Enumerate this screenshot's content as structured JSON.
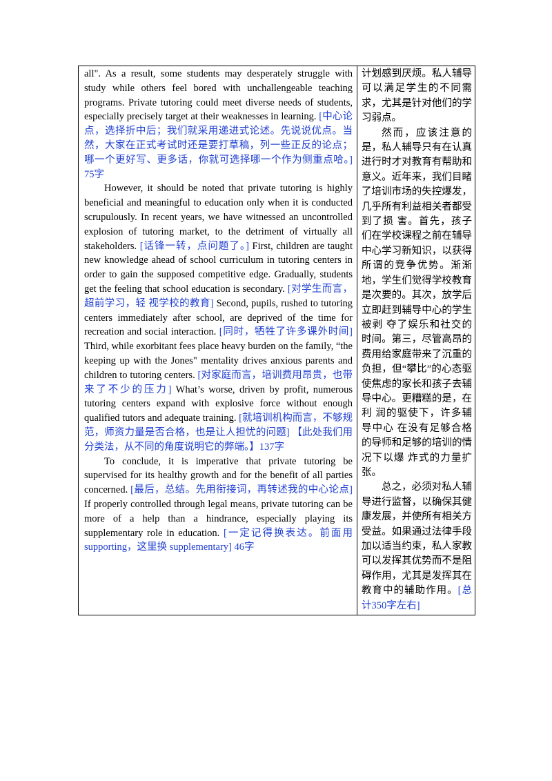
{
  "left": {
    "paragraphs": [
      {
        "text": "all\". As a result, some students may desperately struggle with study while others feel bored with unchallengeable teaching programs. Private tutoring could meet diverse needs of students, especially precisely target at their weaknesses in learning. ",
        "note": "[中心论点，选择折中后；我们就采用递进式论述。先说说优点。当然，大家在正式考试时还是要打草稿，列一些正反的论点；哪一个更好写、更多话，你就可选择哪一个作为侧重点哈。] 75字"
      },
      {
        "segments": [
          {
            "t": "However, it should be noted that private tutoring is highly beneficial and meaningful to education only when it is conducted scrupulously. In recent years, we have witnessed an uncontrolled explosion of tutoring market, to the detriment of virtually all stakeholders. ",
            "n": false
          },
          {
            "t": "[话锋一转，点问题了。]",
            "n": true
          },
          {
            "t": " First, children are taught new knowledge ahead of school curriculum in tutoring centers in order to gain the supposed competitive edge. Gradually, students get the feeling that school education is secondary. ",
            "n": false
          },
          {
            "t": "[对学生而言，超前学习，轻 视学校的教育]",
            "n": true
          },
          {
            "t": " Second, pupils, rushed to tutoring centers immediately after school, are deprived of the time for recreation and social interaction. ",
            "n": false
          },
          {
            "t": "[同时，牺牲了许多课外时间]",
            "n": true
          },
          {
            "t": " Third, while exorbitant fees place heavy burden on the family, “the keeping up with the Jones\" mentality drives anxious parents and children to tutoring centers. ",
            "n": false
          },
          {
            "t": "[对家庭而言，培训费用昂贵，也带来了不少的压力]",
            "n": true
          },
          {
            "t": " What’s worse, driven by profit, numerous tutoring centers expand with explosive force without enough qualified tutors and adequate training. ",
            "n": false
          },
          {
            "t": "[就培训机构而言，不够规范，师资力量是否合格，也是让人担忧的问题] 【此处我们用分类法，从不同的角度说明它的弊端。】137字",
            "n": true
          }
        ]
      },
      {
        "segments": [
          {
            "t": "To conclude, it is imperative that private tutoring be supervised for its healthy growth and for the benefit of all parties concerned. ",
            "n": false
          },
          {
            "t": "[最后，总结。先用衔接词，再转述我的中心论点]",
            "n": true
          },
          {
            "t": " If properly controlled through legal means, private tutoring can be more of a help than a hindrance, especially playing its supplementary role in education. ",
            "n": false
          },
          {
            "t": "[一定记得换表达。前面用 supporting，这里换 supplementary] 46字",
            "n": true
          }
        ]
      }
    ]
  },
  "right": {
    "paragraphs": [
      {
        "text": "计划感到厌烦。私人辅导可以满足学生的不同需求，尤其是针对他们的学习弱点。",
        "note": ""
      },
      {
        "text": "然而，应该注意的是，私人辅导只有在认真进行时才对教育有帮助和意义。近年来，我们目睹了培训市场的失控爆发，几乎所有利益相关者都受到了损 害。首先，孩子们在学校课程之前在辅导中心学习新知识，以获得所谓的竞争优势。渐渐地，学生们觉得学校教育是次要的。其次，放学后立即赶到辅导中心的学生被剥 夺了娱乐和社交的时间。第三，尽管高昂的费用给家庭带来了沉重的负担，但“攀比”的心态驱使焦虑的家长和孩子去辅导中心。更糟糕的是，在利 润的驱使下，许多辅导中心 在没有足够合格的导师和足够的培训的情况下以爆 炸式的力量扩张。",
        "note": ""
      },
      {
        "text": "总之，必须对私人辅导进行监督，以确保其健康发展，并使所有相关方受益。如果通过法律手段加以适当约束，私人家教可以发挥其优势而不是阻碍作用，尤其是发挥其在教育中的辅助作用。",
        "note": "[总计350字左右]"
      }
    ]
  },
  "colors": {
    "annotation": "#1f3fd0",
    "text": "#000000",
    "border": "#000000"
  }
}
